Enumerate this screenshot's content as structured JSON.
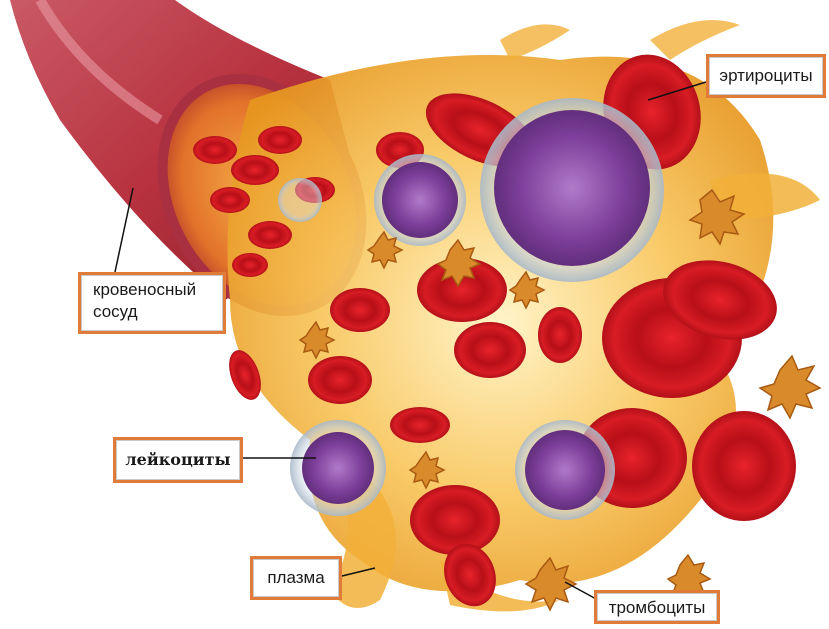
{
  "labels": {
    "vessel_line1": "кровеносный",
    "vessel_line2": "сосуд",
    "erythrocytes": "эртироциты",
    "leukocytes": "лейкоциты",
    "plasma": "плазма",
    "thrombocytes": "тромбоциты"
  },
  "colors": {
    "label_border": "#e07b39",
    "vessel": "#b8323f",
    "plasma": "#f6b93b",
    "erythrocyte": "#c8141c",
    "leukocyte": "#8a4fa8",
    "thrombocyte": "#d98a2b"
  }
}
